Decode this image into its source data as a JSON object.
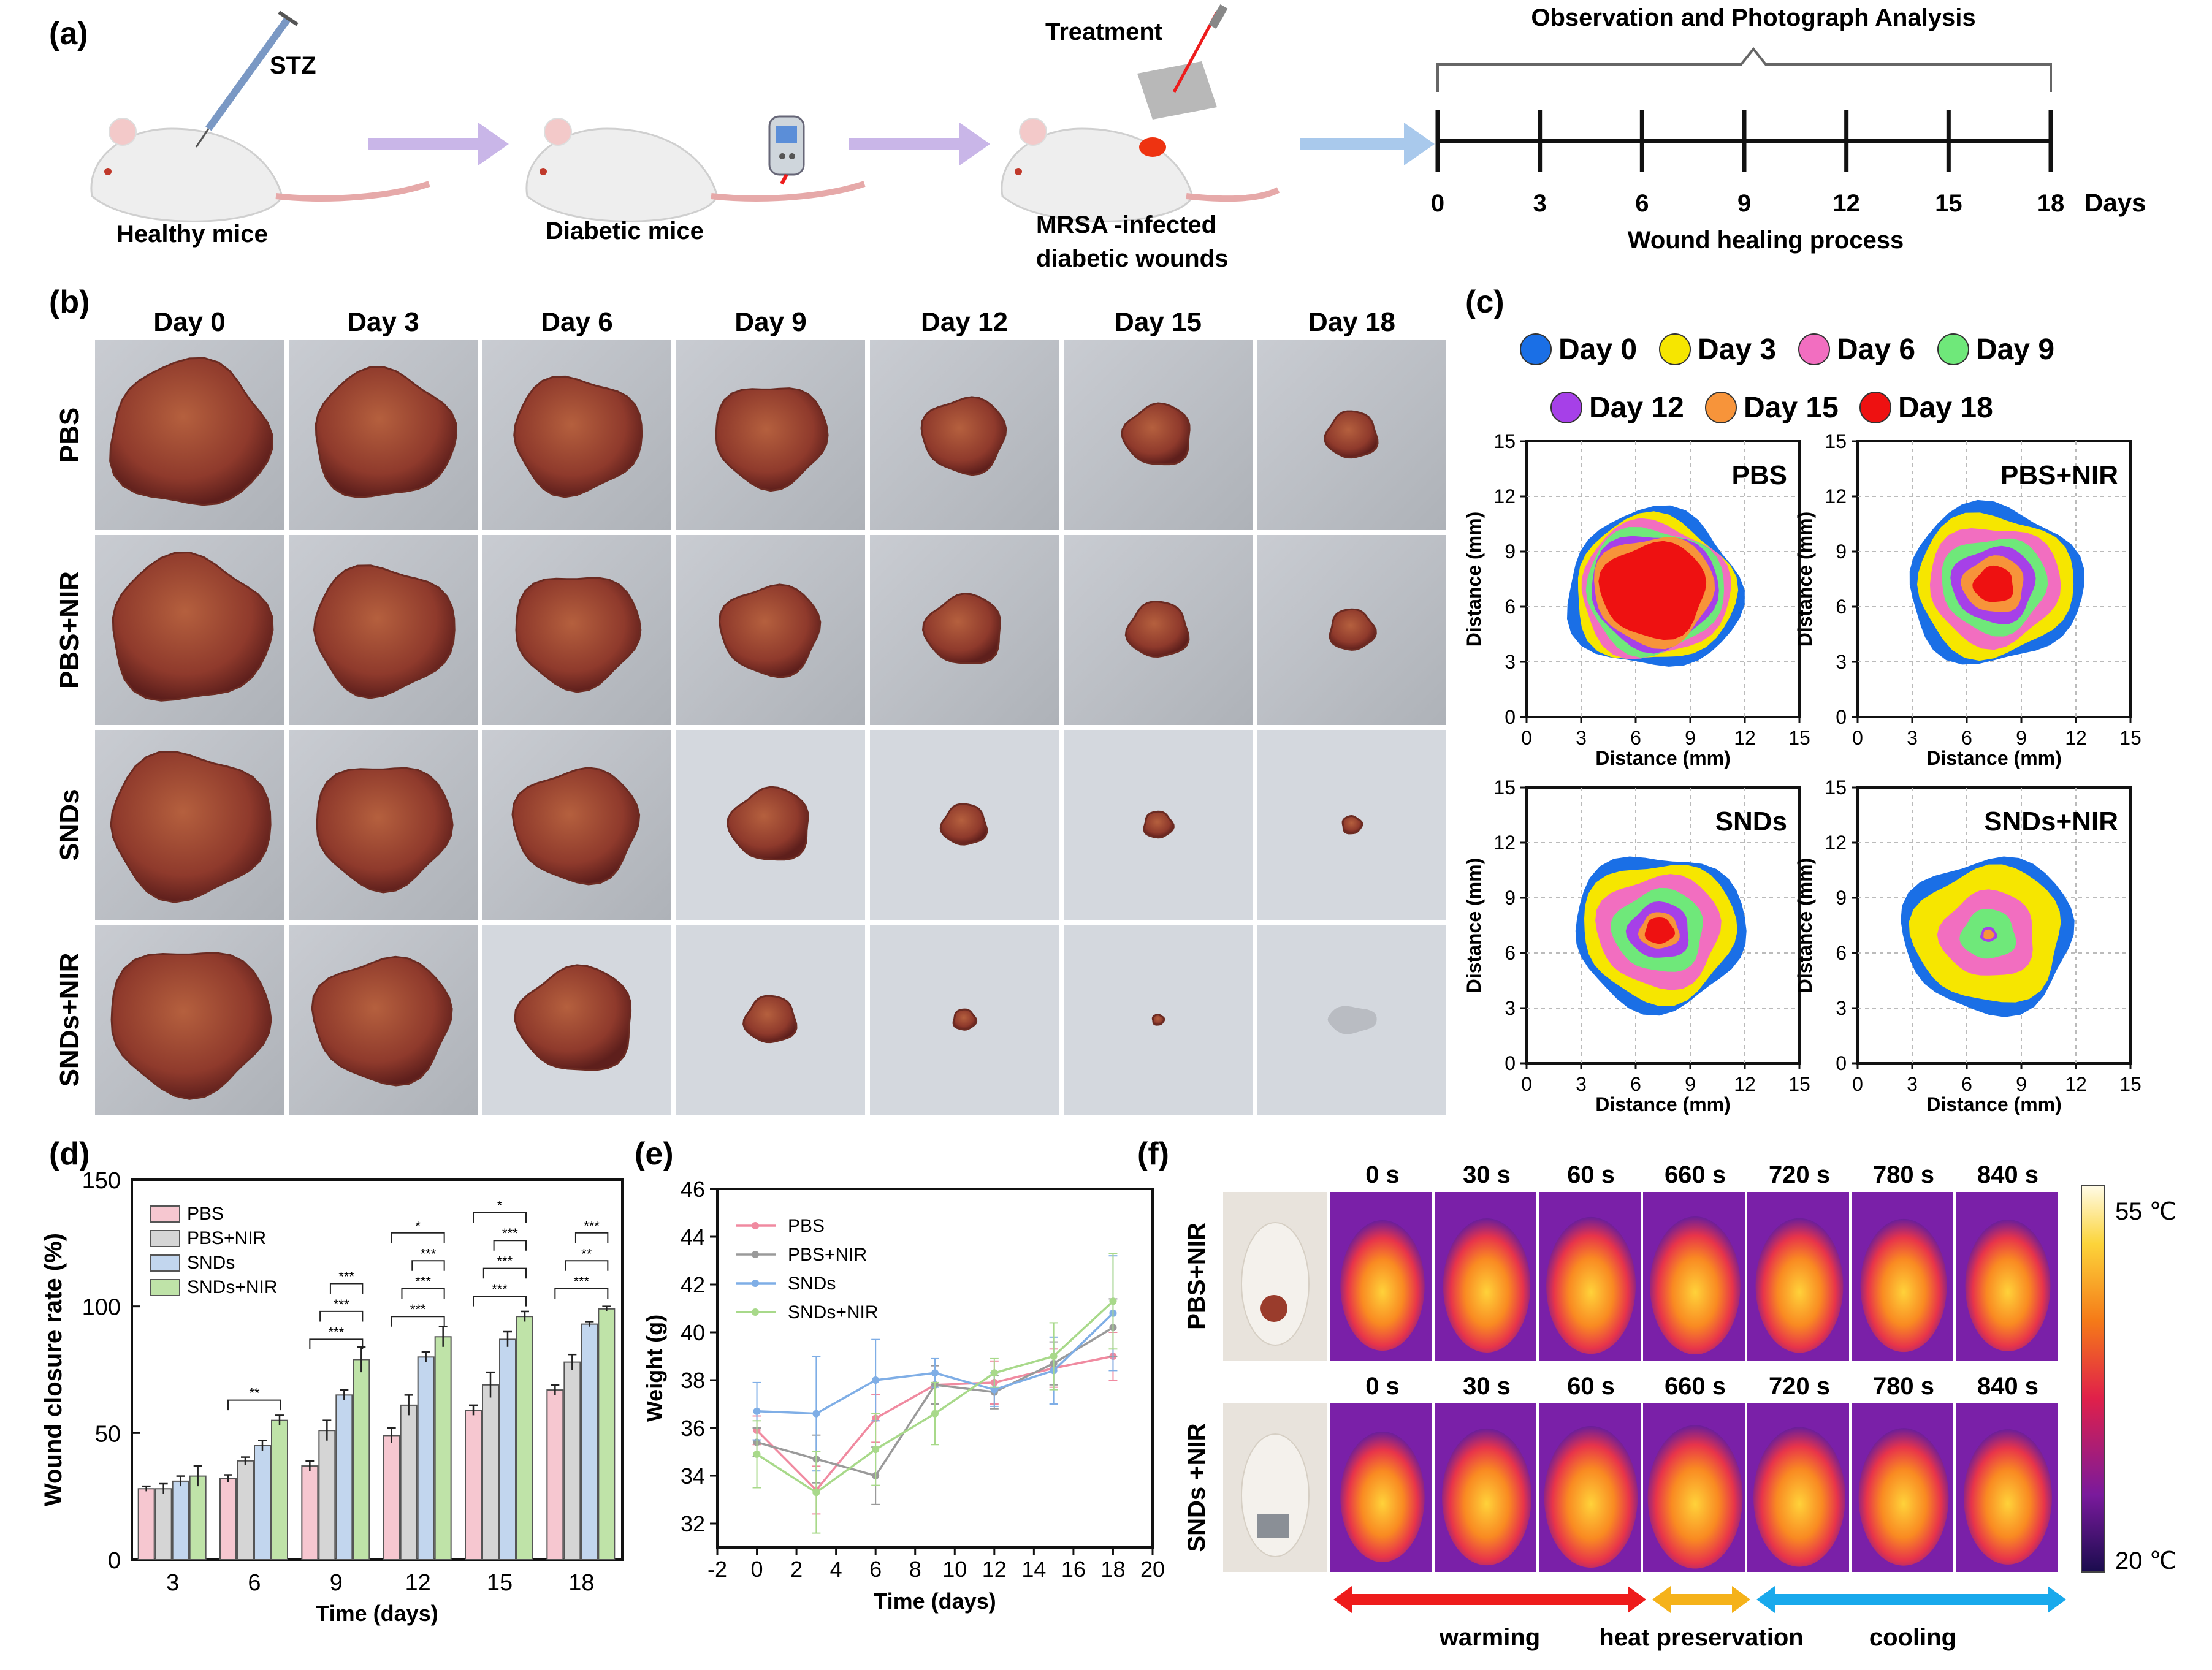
{
  "panel_labels": {
    "a": "(a)",
    "b": "(b)",
    "c": "(c)",
    "d": "(d)",
    "e": "(e)",
    "f": "(f)"
  },
  "panel_a": {
    "stz": "STZ",
    "treatment": "Treatment",
    "mice": [
      "Healthy mice",
      "Diabetic mice",
      "MRSA -infected",
      "diabetic wounds"
    ],
    "observation": "Observation and Photograph Analysis",
    "timeline_ticks": [
      "0",
      "3",
      "6",
      "9",
      "12",
      "15",
      "18"
    ],
    "days_unit": "Days",
    "process": "Wound healing process"
  },
  "panel_b": {
    "days": [
      "Day 0",
      "Day 3",
      "Day 6",
      "Day 9",
      "Day 12",
      "Day 15",
      "Day 18"
    ],
    "groups": [
      "PBS",
      "PBS+NIR",
      "SNDs",
      "SNDs+NIR"
    ],
    "wound_size": [
      [
        1.0,
        0.88,
        0.8,
        0.7,
        0.52,
        0.42,
        0.32
      ],
      [
        1.0,
        0.88,
        0.78,
        0.62,
        0.48,
        0.38,
        0.28
      ],
      [
        1.0,
        0.85,
        0.78,
        0.5,
        0.28,
        0.18,
        0.12
      ],
      [
        1.0,
        0.86,
        0.72,
        0.32,
        0.14,
        0.07,
        0.0
      ]
    ]
  },
  "panel_c": {
    "legend": [
      {
        "label": "Day 0",
        "color": "#1a6fe6"
      },
      {
        "label": "Day 3",
        "color": "#f6e600"
      },
      {
        "label": "Day 6",
        "color": "#f26ec0"
      },
      {
        "label": "Day 9",
        "color": "#6fe87a"
      },
      {
        "label": "Day 12",
        "color": "#a640e8"
      },
      {
        "label": "Day 15",
        "color": "#f7943a"
      },
      {
        "label": "Day 18",
        "color": "#ee1111"
      }
    ],
    "axis_label": "Distance (mm)",
    "ticks": [
      "0",
      "3",
      "6",
      "9",
      "12",
      "15"
    ],
    "plots": [
      {
        "title": "PBS",
        "center": [
          7.0,
          6.9
        ],
        "radii_mm": [
          4.8,
          4.4,
          4.1,
          3.8,
          3.5,
          3.3,
          2.9
        ]
      },
      {
        "title": "PBS+NIR",
        "center": [
          7.5,
          7.2
        ],
        "radii_mm": [
          4.8,
          4.3,
          3.6,
          2.9,
          2.3,
          1.7,
          1.1
        ]
      },
      {
        "title": "SNDs",
        "center": [
          7.3,
          7.2
        ],
        "radii_mm": [
          4.7,
          4.2,
          3.4,
          2.5,
          1.7,
          1.1,
          0.8
        ]
      },
      {
        "title": "SNDs+NIR",
        "center": [
          7.2,
          7.0
        ],
        "radii_mm": [
          4.7,
          4.1,
          2.6,
          1.5,
          0.45,
          0.3,
          0.0
        ]
      }
    ]
  },
  "chart_data": [
    {
      "type": "bar",
      "xlabel": "Time (days)",
      "ylabel": "Wound closure rate (%)",
      "ylim": [
        0,
        150
      ],
      "yticks": [
        "0",
        "50",
        "100",
        "150"
      ],
      "categories": [
        "3",
        "6",
        "9",
        "12",
        "15",
        "18"
      ],
      "series": [
        {
          "name": "PBS",
          "color": "#f6c7d0",
          "values": [
            28,
            32,
            37,
            49,
            59,
            67
          ]
        },
        {
          "name": "PBS+NIR",
          "color": "#d5d5d5",
          "values": [
            28,
            39,
            51,
            61,
            69,
            78
          ]
        },
        {
          "name": "SNDs",
          "color": "#c2d6ee",
          "values": [
            31,
            45,
            65,
            80,
            87,
            93
          ]
        },
        {
          "name": "SNDs+NIR",
          "color": "#bfe3a8",
          "values": [
            33,
            55,
            79,
            88,
            96,
            99
          ]
        }
      ],
      "errors": [
        [
          1,
          1.5,
          2,
          3,
          2,
          2
        ],
        [
          2,
          1.5,
          4,
          4,
          5,
          3
        ],
        [
          2,
          2,
          2,
          2,
          3,
          1
        ],
        [
          4,
          2,
          5,
          4,
          2,
          1
        ]
      ],
      "significance": [
        {
          "category": "6",
          "text": "**"
        },
        {
          "category": "9",
          "text": "***"
        },
        {
          "category": "9",
          "text": "***"
        },
        {
          "category": "9",
          "text": "***"
        },
        {
          "category": "12",
          "text": "***"
        },
        {
          "category": "12",
          "text": "***"
        },
        {
          "category": "12",
          "text": "***"
        },
        {
          "category": "12",
          "text": "*"
        },
        {
          "category": "15",
          "text": "***"
        },
        {
          "category": "15",
          "text": "***"
        },
        {
          "category": "15",
          "text": "***"
        },
        {
          "category": "15",
          "text": "*"
        },
        {
          "category": "18",
          "text": "***"
        },
        {
          "category": "18",
          "text": "**"
        },
        {
          "category": "18",
          "text": "***"
        }
      ]
    },
    {
      "type": "line",
      "xlabel": "Time (days)",
      "ylabel": "Weight (g)",
      "xlim": [
        -2,
        20
      ],
      "ylim": [
        31,
        46
      ],
      "xticks": [
        "-2",
        "0",
        "2",
        "4",
        "6",
        "8",
        "10",
        "12",
        "14",
        "16",
        "18",
        "20"
      ],
      "yticks": [
        "32",
        "34",
        "36",
        "38",
        "40",
        "42",
        "44",
        "46"
      ],
      "x": [
        0,
        3,
        6,
        9,
        12,
        15,
        18
      ],
      "series": [
        {
          "name": "PBS",
          "color": "#f08aa0",
          "values": [
            35.9,
            33.4,
            36.4,
            37.8,
            37.9,
            38.5,
            39.0
          ],
          "errors": [
            0.6,
            1.0,
            1.0,
            0.8,
            0.9,
            0.8,
            1.0
          ]
        },
        {
          "name": "PBS+NIR",
          "color": "#9a9a9a",
          "values": [
            35.4,
            34.7,
            34.0,
            37.8,
            37.5,
            38.7,
            40.2
          ],
          "errors": [
            0.6,
            1.0,
            1.2,
            0.8,
            0.7,
            0.9,
            1.2
          ]
        },
        {
          "name": "SNDs",
          "color": "#7faee6",
          "values": [
            36.7,
            36.6,
            38.0,
            38.3,
            37.6,
            38.4,
            40.8
          ],
          "errors": [
            1.2,
            2.4,
            1.7,
            0.6,
            0.7,
            1.4,
            2.4
          ]
        },
        {
          "name": "SNDs+NIR",
          "color": "#a8d98a",
          "values": [
            34.9,
            33.3,
            35.1,
            36.6,
            38.3,
            39.0,
            41.3
          ],
          "errors": [
            1.4,
            1.7,
            1.5,
            1.3,
            0.6,
            1.4,
            2.0
          ]
        }
      ]
    }
  ],
  "panel_f": {
    "times": [
      "0 s",
      "30 s",
      "60 s",
      "660 s",
      "720 s",
      "780 s",
      "840 s"
    ],
    "rows": [
      "PBS+NIR",
      "SNDs +NIR"
    ],
    "colorbar_max": "55 ℃",
    "colorbar_min": "20 ℃",
    "phases": [
      "warming",
      "heat preservation",
      "cooling"
    ],
    "intensity": [
      [
        0.55,
        0.65,
        0.72,
        0.75,
        0.66,
        0.62,
        0.58
      ],
      [
        0.55,
        0.72,
        0.85,
        0.9,
        0.8,
        0.74,
        0.68
      ]
    ]
  }
}
